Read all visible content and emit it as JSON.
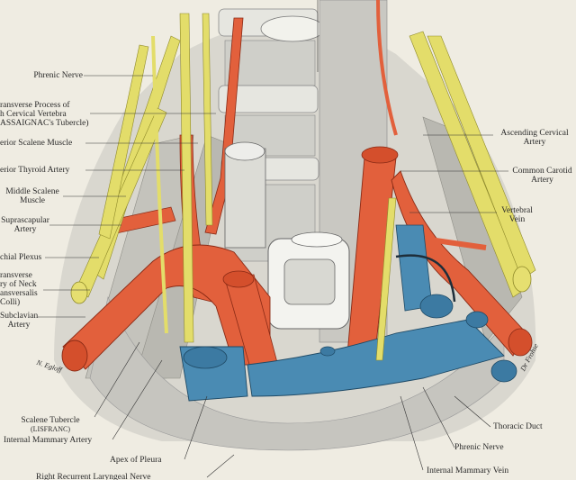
{
  "labels_left": {
    "phrenic_nerve": "Phrenic Nerve",
    "transverse_process": [
      "ransverse Process of",
      "h Cervical Vertebra",
      "ASSAIGNAC's Tubercle)"
    ],
    "anterior_scalene": "erior Scalene Muscle",
    "inferior_thyroid": "erior Thyroid Artery",
    "middle_scalene": [
      "Middle Scalene",
      "Muscle"
    ],
    "suprascapular": [
      "Suprascapular",
      "Artery"
    ],
    "brachial_plexus": "chial Plexus",
    "transverse_neck": [
      "ransverse",
      "ry of Neck",
      "ansversalis",
      "Colli)"
    ],
    "subclavian": [
      "Subclavian",
      "Artery"
    ]
  },
  "labels_right": {
    "ascending_cervical": [
      "Ascending Cervical",
      "Artery"
    ],
    "common_carotid": [
      "Common Carotid",
      "Artery"
    ],
    "vertebral_vein": [
      "Vertebral",
      "Vein"
    ]
  },
  "labels_bottom": {
    "scalene_tubercle": [
      "Scalene Tubercle",
      "(LISFRANC)"
    ],
    "internal_mammary_artery": "Internal Mammary Artery",
    "apex_pleura": "Apex of Pleura",
    "recurrent_laryngeal": "Right Recurrent Laryngeal Nerve",
    "thoracic_duct": "Thoracic Duct",
    "phrenic_nerve_right": "Phrenic Nerve",
    "internal_mammary_vein": "Internal Mammary Vein"
  },
  "signatures": {
    "left": "N. Egloff",
    "right": "Dr Frohse"
  },
  "colors": {
    "background": "#efece2",
    "artery": "#e2603c",
    "vein": "#4a8bb3",
    "nerve": "#e3dd6a",
    "muscle_grey": "#bdbcb6",
    "bone": "#dcdcd6"
  }
}
